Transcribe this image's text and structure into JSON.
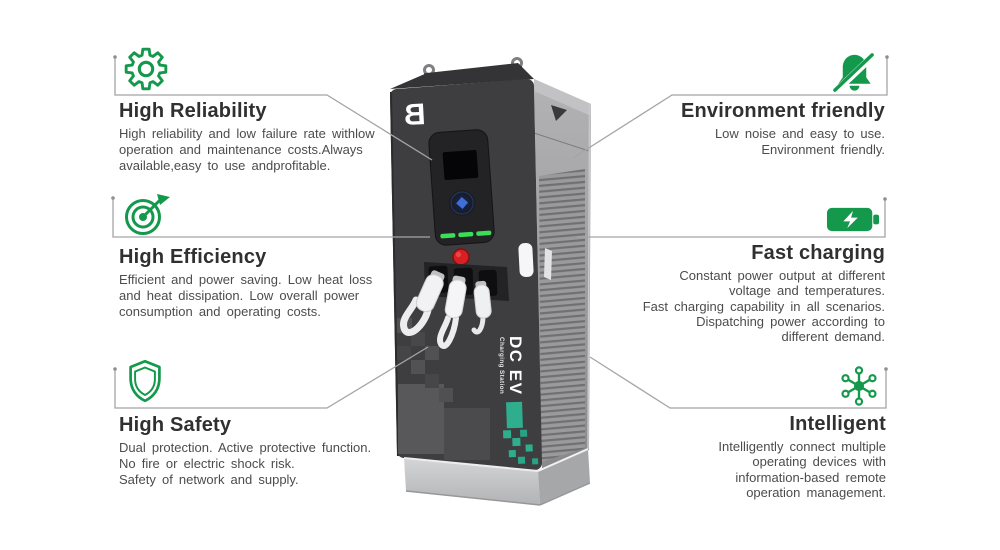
{
  "features_left": [
    {
      "title": "High Reliability",
      "icon": "gear-icon",
      "lines": [
        "High reliability and low failure rate withlow",
        "operation and maintenance costs.Always",
        "available,easy to use andprofitable."
      ]
    },
    {
      "title": "High Efficiency",
      "icon": "target-dart-icon",
      "lines": [
        "Efficient and power saving. Low heat loss",
        "and heat dissipation. Low overall power",
        "consumption and operating costs."
      ]
    },
    {
      "title": "High Safety",
      "icon": "shield-icon",
      "lines": [
        "Dual protection. Active protective function.",
        "No fire or electric shock risk.",
        "Safety of network and supply."
      ]
    }
  ],
  "features_right": [
    {
      "title": "Environment friendly",
      "icon": "muted-bell-icon",
      "lines": [
        "Low noise and easy to use.",
        "Environment friendly."
      ]
    },
    {
      "title": "Fast charging",
      "icon": "charging-battery-icon",
      "lines": [
        "Constant power output at different",
        "voltage and temperatures.",
        "Fast charging capability in all scenarios.",
        "Dispatching power according to",
        "different demand."
      ]
    },
    {
      "title": "Intelligent",
      "icon": "network-hub-icon",
      "lines": [
        "Intelligently connect multiple",
        "operating devices with",
        "information-based remote",
        "operation management."
      ]
    }
  ],
  "product": {
    "logo_letter": "B",
    "label_main": "DC EV",
    "label_sub": "Charging Station"
  },
  "colors": {
    "icon_green": "#14994c",
    "device_teal": "#2fae8e",
    "callout_line": "#a5a5a7",
    "title_text": "#303030",
    "body_text": "#4c4c4c"
  }
}
